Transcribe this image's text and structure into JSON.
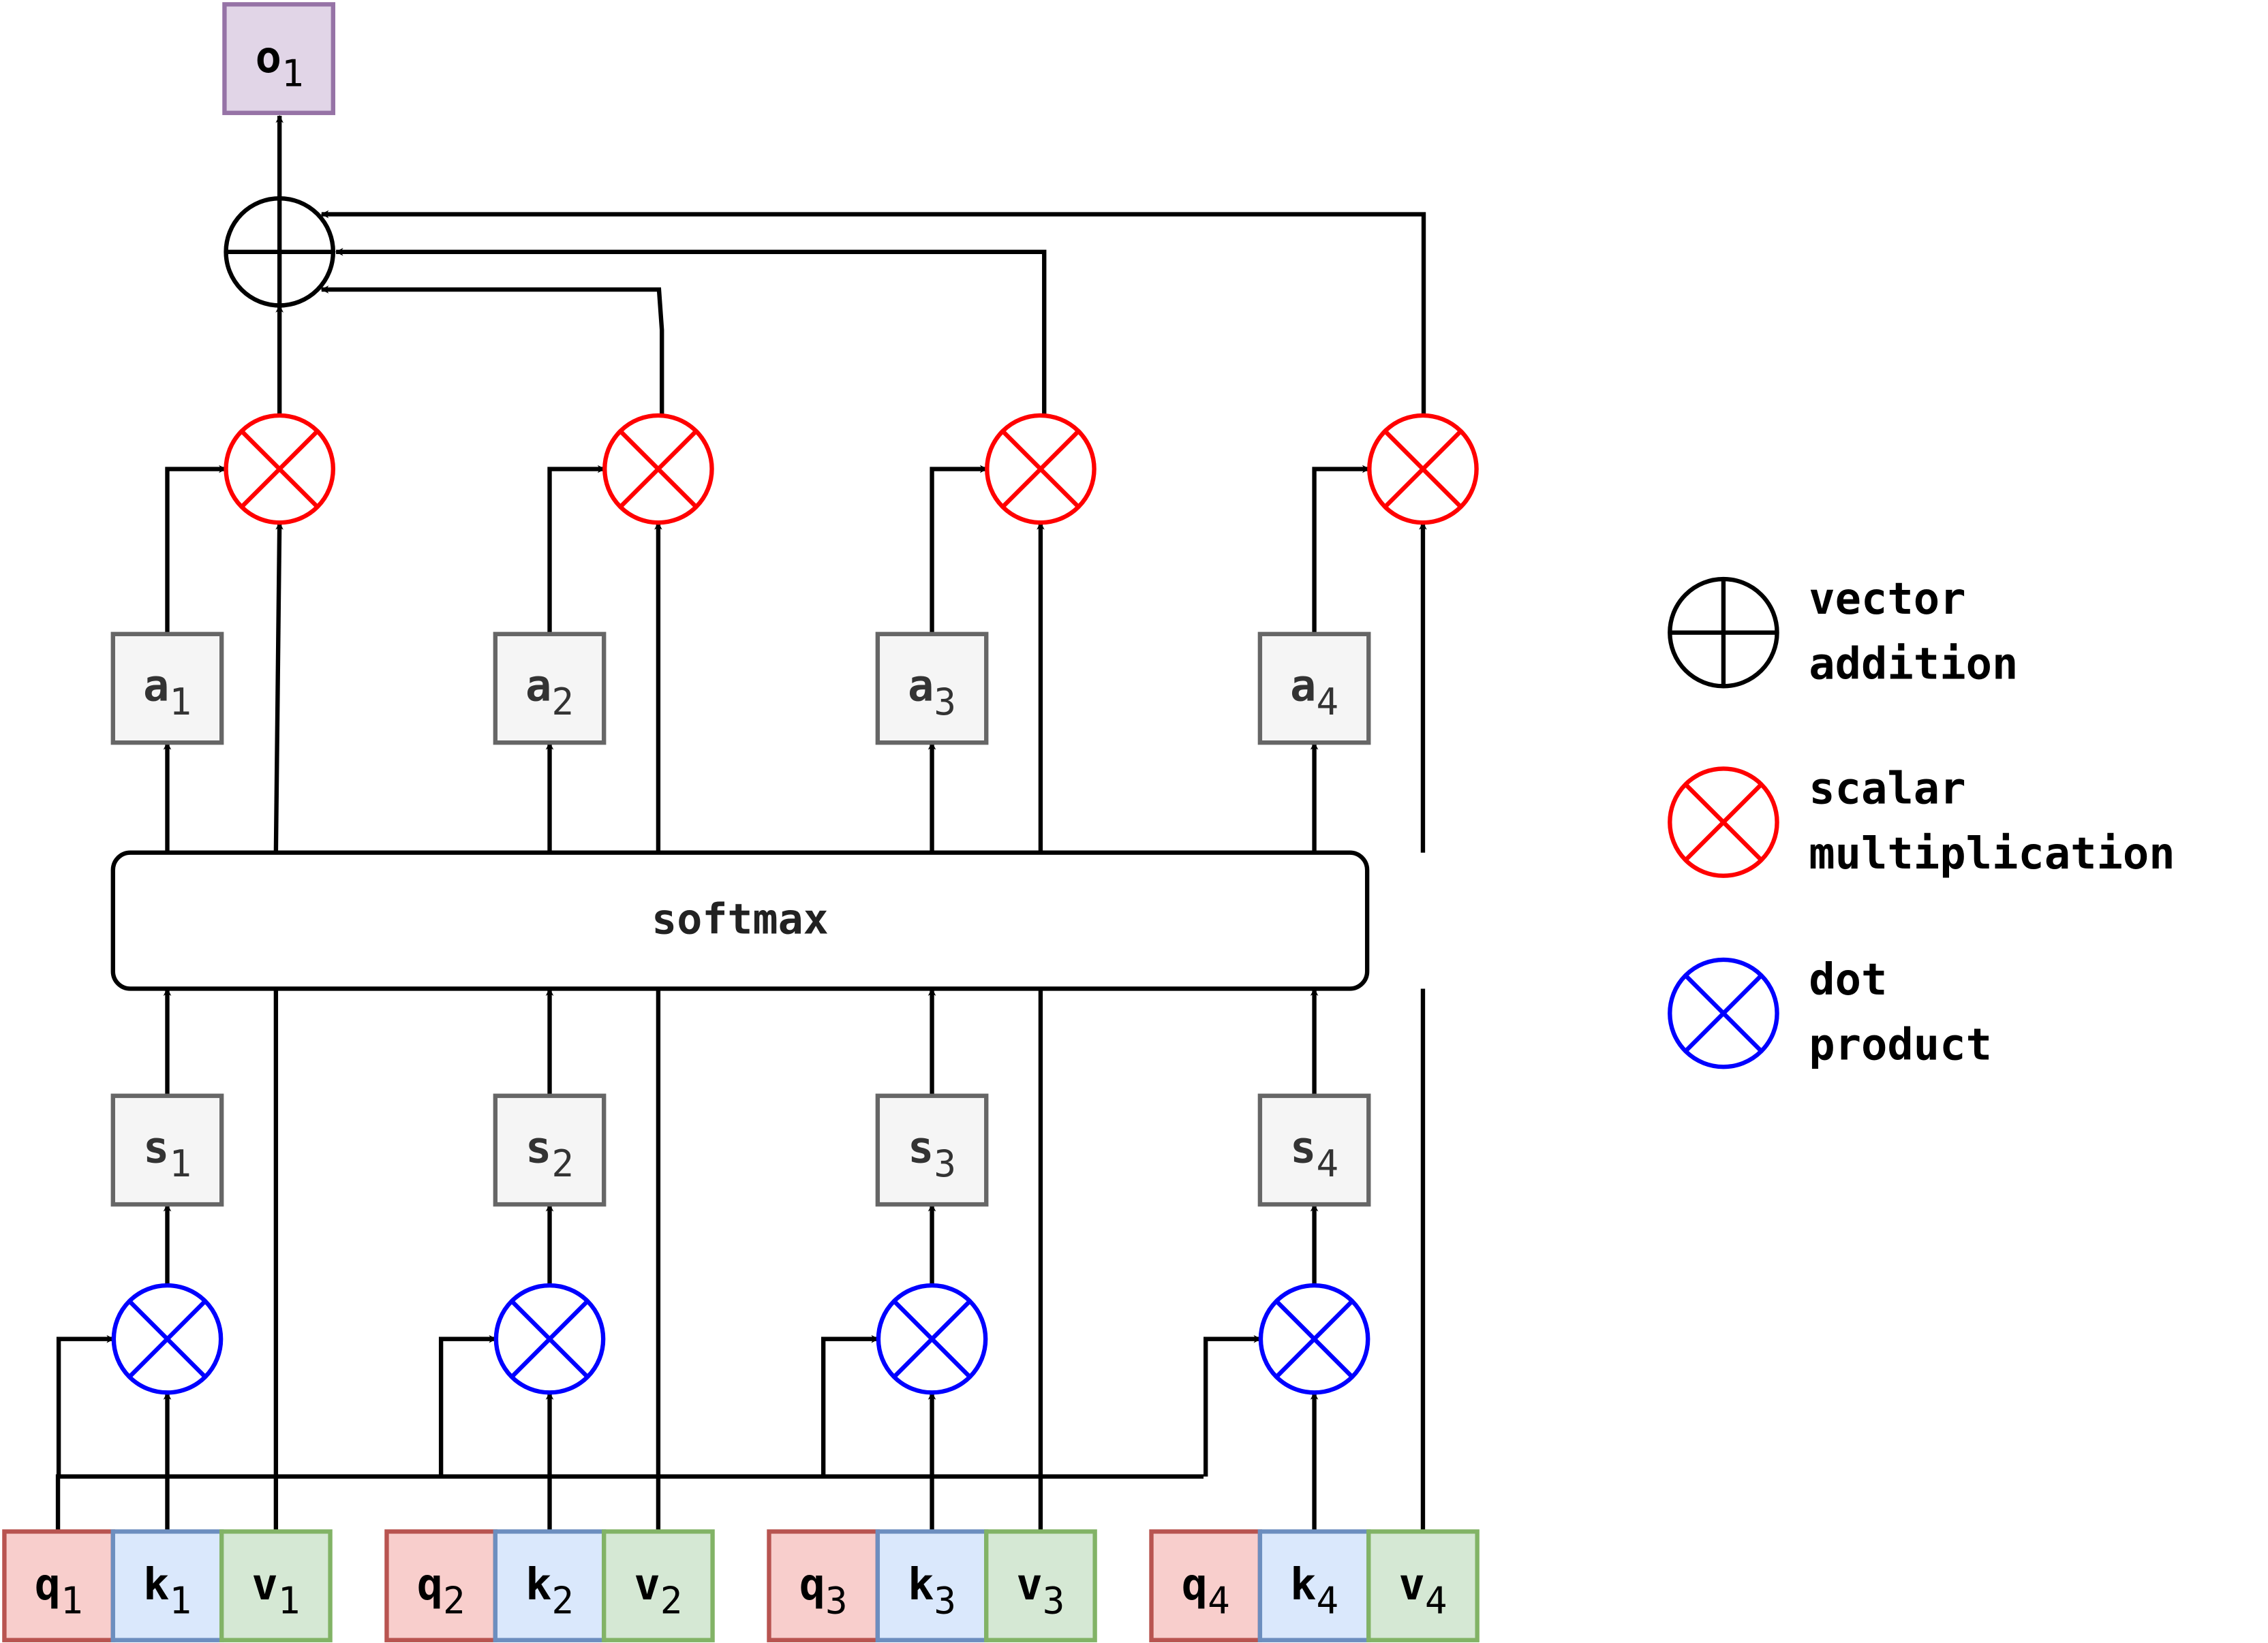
{
  "colors": {
    "query_fill": "#f8cecc",
    "query_stroke": "#b85450",
    "key_fill": "#dae8fc",
    "key_stroke": "#6c8ebf",
    "value_fill": "#d5e8d4",
    "value_stroke": "#82b366",
    "output_fill": "#e1d5e7",
    "output_stroke": "#9673a6",
    "box_fill": "#f5f5f5",
    "box_stroke": "#666666",
    "box_text": "#333333",
    "dot_product": "#0000ff",
    "scalar_mult": "#ff0000",
    "vector_add": "#000000"
  },
  "inputs": [
    {
      "q": {
        "base": "q",
        "sub": "1"
      },
      "k": {
        "base": "k",
        "sub": "1"
      },
      "v": {
        "base": "v",
        "sub": "1"
      }
    },
    {
      "q": {
        "base": "q",
        "sub": "2"
      },
      "k": {
        "base": "k",
        "sub": "2"
      },
      "v": {
        "base": "v",
        "sub": "2"
      }
    },
    {
      "q": {
        "base": "q",
        "sub": "3"
      },
      "k": {
        "base": "k",
        "sub": "3"
      },
      "v": {
        "base": "v",
        "sub": "3"
      }
    },
    {
      "q": {
        "base": "q",
        "sub": "4"
      },
      "k": {
        "base": "k",
        "sub": "4"
      },
      "v": {
        "base": "v",
        "sub": "4"
      }
    }
  ],
  "scores": [
    {
      "base": "s",
      "sub": "1"
    },
    {
      "base": "s",
      "sub": "2"
    },
    {
      "base": "s",
      "sub": "3"
    },
    {
      "base": "s",
      "sub": "4"
    }
  ],
  "weights": [
    {
      "base": "a",
      "sub": "1"
    },
    {
      "base": "a",
      "sub": "2"
    },
    {
      "base": "a",
      "sub": "3"
    },
    {
      "base": "a",
      "sub": "4"
    }
  ],
  "softmax_label": "softmax",
  "output": {
    "base": "o",
    "sub": "1"
  },
  "legend": [
    {
      "icon": "vector-addition-icon",
      "lines": [
        "vector",
        "addition"
      ]
    },
    {
      "icon": "scalar-multiplication-icon",
      "lines": [
        "scalar",
        "multiplication"
      ]
    },
    {
      "icon": "dot-product-icon",
      "lines": [
        "dot",
        "product"
      ]
    }
  ]
}
